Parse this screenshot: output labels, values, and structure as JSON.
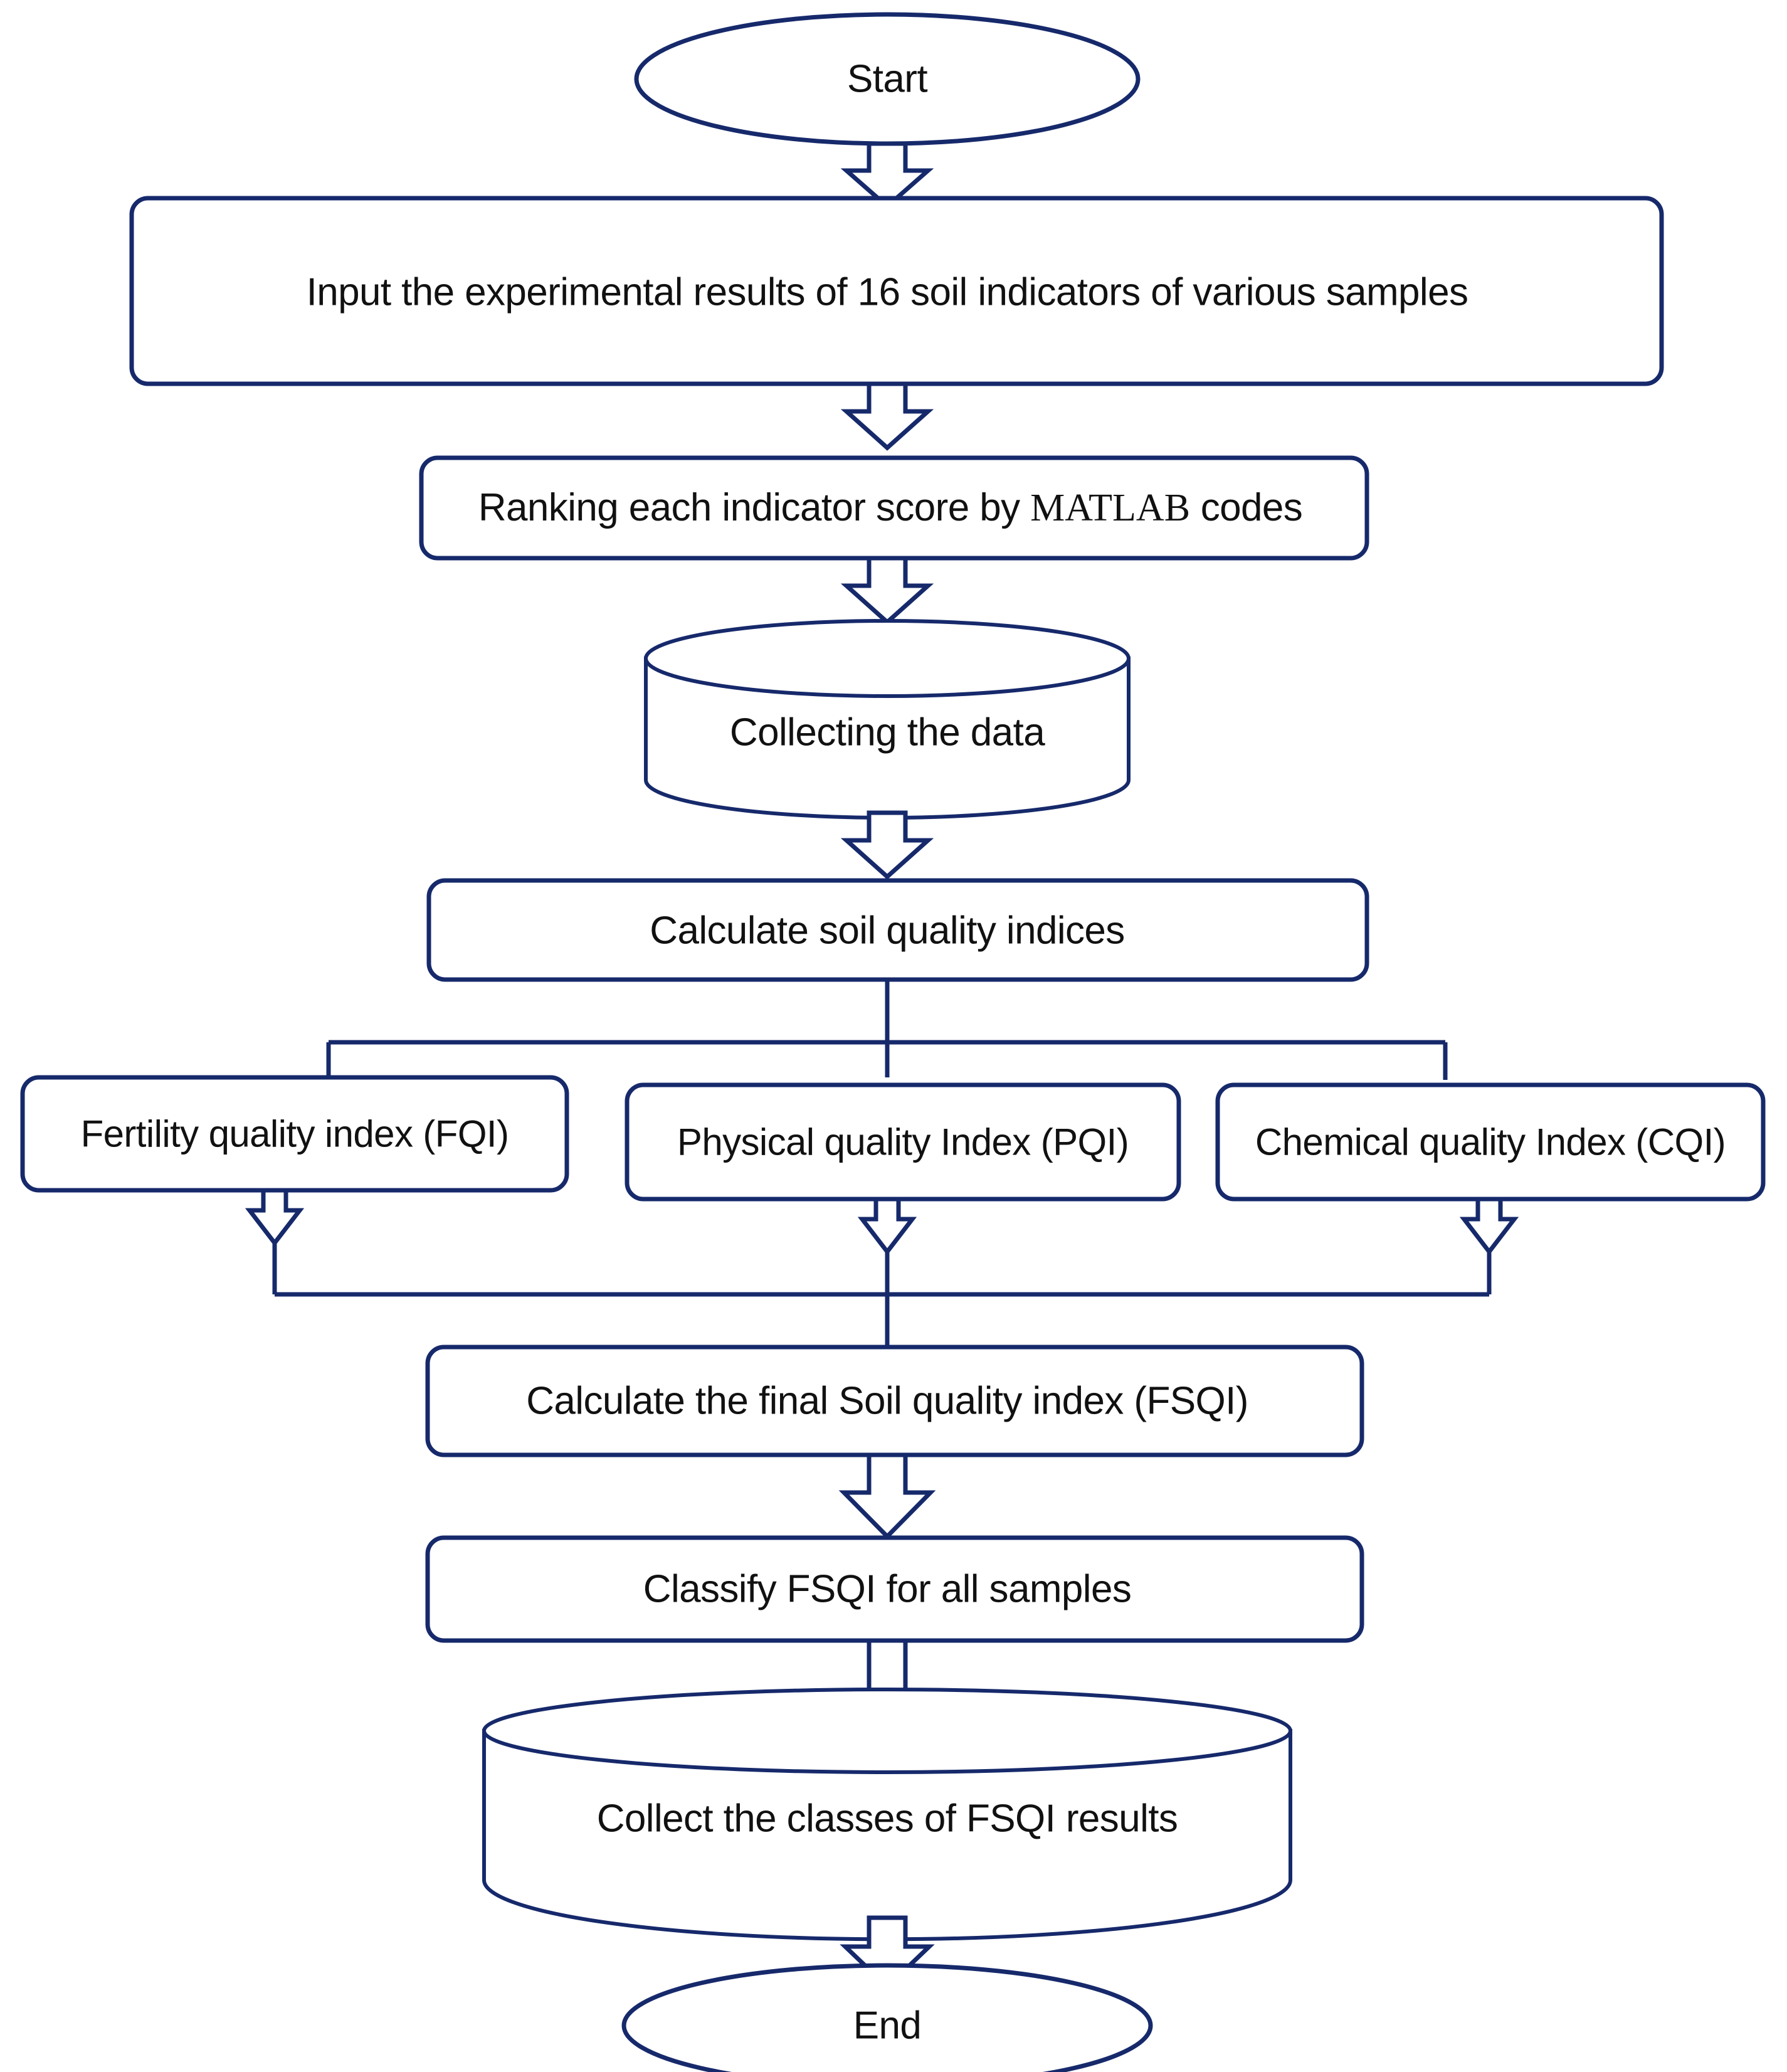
{
  "diagram": {
    "title": "Soil quality index calculation flowchart",
    "stroke_color": "#16296b",
    "fill_color": "#ffffff",
    "text_color": "#111111",
    "nodes": [
      {
        "id": "start",
        "shape": "terminator",
        "label": "Start"
      },
      {
        "id": "input",
        "shape": "process",
        "label": "Input the experimental results of 16 soil indicators of various samples"
      },
      {
        "id": "ranking",
        "shape": "process",
        "label_pre": "Ranking each indicator score by ",
        "label_serif": "MATLAB",
        "label_post": " codes",
        "label": "Ranking each indicator score by MATLAB codes"
      },
      {
        "id": "collect",
        "shape": "cylinder",
        "label": "Collecting the data"
      },
      {
        "id": "calcindex",
        "shape": "process",
        "label": "Calculate soil quality indices"
      },
      {
        "id": "fqi",
        "shape": "process",
        "label": "Fertility quality index (FQI)"
      },
      {
        "id": "pqi",
        "shape": "process",
        "label": "Physical quality Index (PQI)"
      },
      {
        "id": "cqi",
        "shape": "process",
        "label": "Chemical quality Index (CQI)"
      },
      {
        "id": "fsqi",
        "shape": "process",
        "label": "Calculate the final Soil quality index (FSQI)"
      },
      {
        "id": "classify",
        "shape": "process",
        "label": "Classify FSQI for all samples"
      },
      {
        "id": "collectres",
        "shape": "cylinder",
        "label": "Collect the classes of FSQI results"
      },
      {
        "id": "end",
        "shape": "terminator",
        "label": "End"
      }
    ],
    "edges": [
      {
        "from": "start",
        "to": "input",
        "style": "block-arrow"
      },
      {
        "from": "input",
        "to": "ranking",
        "style": "block-arrow"
      },
      {
        "from": "ranking",
        "to": "collect",
        "style": "block-arrow"
      },
      {
        "from": "collect",
        "to": "calcindex",
        "style": "block-arrow"
      },
      {
        "from": "calcindex",
        "to": "fqi",
        "style": "split-line"
      },
      {
        "from": "calcindex",
        "to": "pqi",
        "style": "split-line"
      },
      {
        "from": "calcindex",
        "to": "cqi",
        "style": "split-line"
      },
      {
        "from": "fqi",
        "to": "merge",
        "style": "block-arrow"
      },
      {
        "from": "pqi",
        "to": "merge",
        "style": "block-arrow"
      },
      {
        "from": "cqi",
        "to": "merge",
        "style": "block-arrow"
      },
      {
        "from": "merge",
        "to": "fsqi",
        "style": "line"
      },
      {
        "from": "fsqi",
        "to": "classify",
        "style": "block-arrow"
      },
      {
        "from": "classify",
        "to": "collectres",
        "style": "block-arrow"
      },
      {
        "from": "collectres",
        "to": "end",
        "style": "block-arrow"
      }
    ]
  }
}
